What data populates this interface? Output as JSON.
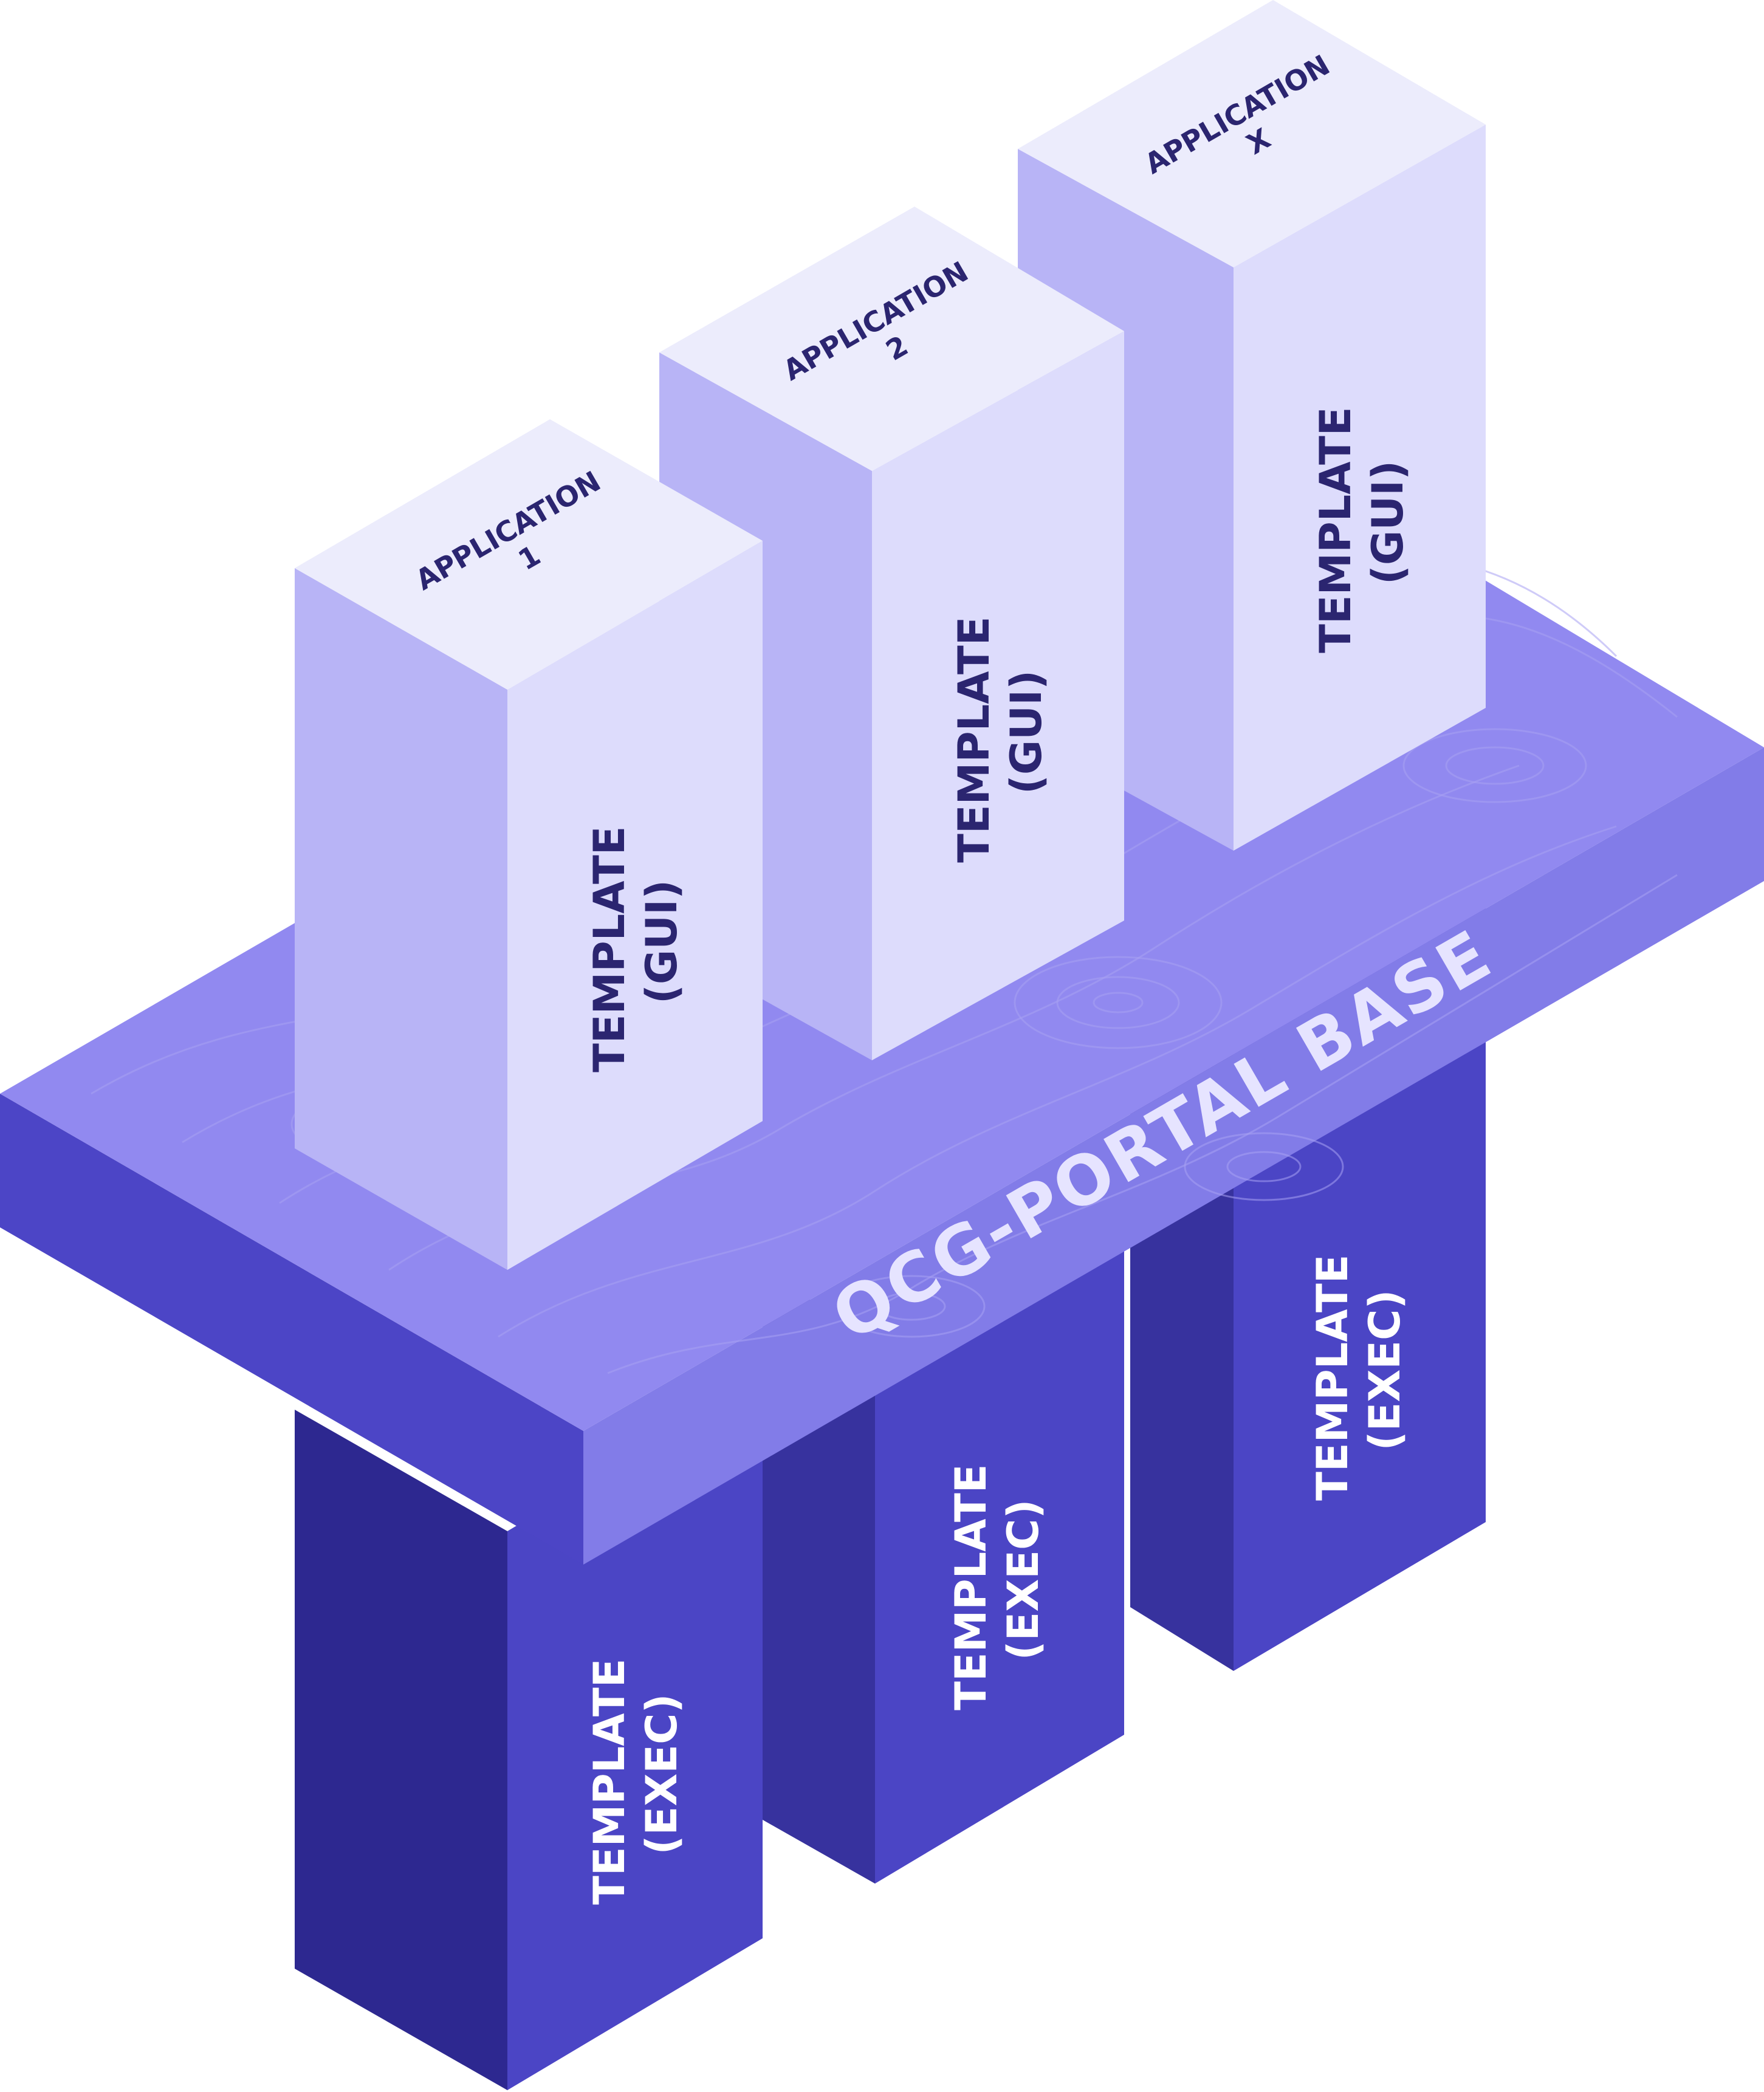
{
  "base": {
    "label": "QCG-PORTAL BASE"
  },
  "columns": [
    {
      "app_line1": "APPLICATION",
      "app_line2": "1",
      "gui_line1": "TEMPLATE",
      "gui_line2": "(GUI)",
      "exec_line1": "TEMPLATE",
      "exec_line2": "(EXEC)"
    },
    {
      "app_line1": "APPLICATION",
      "app_line2": "2",
      "gui_line1": "TEMPLATE",
      "gui_line2": "(GUI)",
      "exec_line1": "TEMPLATE",
      "exec_line2": "(EXEC)"
    },
    {
      "app_line1": "APPLICATION",
      "app_line2": "X",
      "gui_line1": "TEMPLATE",
      "gui_line2": "(GUI)",
      "exec_line1": "TEMPLATE",
      "exec_line2": "(EXEC)"
    }
  ],
  "colors": {
    "gui_top": "#ececfc",
    "gui_left": "#b8b4f6",
    "gui_right": "#dddcfc",
    "base_top": "#9189f0",
    "base_left": "#4c45c6",
    "base_right": "#827ce8",
    "exec_left_1": "#2d2890",
    "exec_left_2": "#37329e",
    "exec_left_3": "#37329e",
    "exec_right": "#4b45c5",
    "label_dark": "#2b2570",
    "label_light": "#ffffff"
  }
}
